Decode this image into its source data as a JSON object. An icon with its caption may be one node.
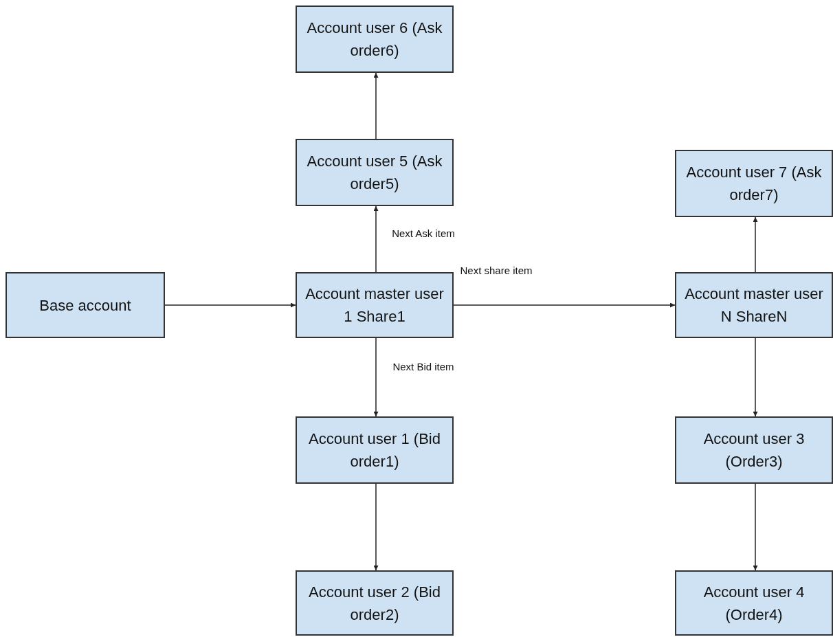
{
  "diagram": {
    "nodes": [
      {
        "text": [
          "Account user 6 (Ask order6)"
        ]
      },
      {
        "text": [
          "Account user 5 (Ask order5)"
        ]
      },
      {
        "text": [
          "Account user 7 (Ask order7)"
        ]
      },
      {
        "text": [
          "Base account"
        ]
      },
      {
        "text": [
          "Account master user 1 Share1"
        ]
      },
      {
        "text": [
          "Account master user N ShareN"
        ]
      },
      {
        "text": [
          "Account user 1 (Bid order1)"
        ]
      },
      {
        "text": [
          "Account user 3 (Order3)"
        ]
      },
      {
        "text": [
          "Account user 2 (Bid order2)"
        ]
      },
      {
        "text": [
          "Account user 4 (Order4)"
        ]
      }
    ],
    "edges": [
      {
        "from": 3,
        "to": 4,
        "arrow": "to"
      },
      {
        "from": 4,
        "to": 1,
        "arrow": "to",
        "label": "Next Ask item"
      },
      {
        "from": 1,
        "to": 0,
        "arrow": "to"
      },
      {
        "from": 4,
        "to": 5,
        "arrow": "to",
        "label": "Next share item"
      },
      {
        "from": 5,
        "to": 2,
        "arrow": "to"
      },
      {
        "from": 4,
        "to": 6,
        "arrow": "to",
        "label": "Next Bid item"
      },
      {
        "from": 6,
        "to": 8,
        "arrow": "to"
      },
      {
        "from": 5,
        "to": 7,
        "arrow": "to"
      },
      {
        "from": 7,
        "to": 9,
        "arrow": "to"
      }
    ]
  }
}
